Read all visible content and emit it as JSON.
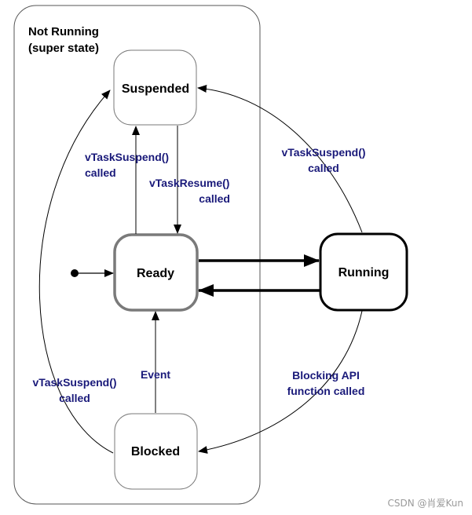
{
  "colors": {
    "edge_label": "#1a1a7a",
    "state_border": "#7a7a7a",
    "ready_border": "#7a7a7a",
    "running_border": "#000000",
    "superstate_border": "#555555",
    "watermark": "#9a9a9a"
  },
  "superstate": {
    "title_line1": "Not Running",
    "title_line2": "(super state)"
  },
  "states": {
    "suspended": "Suspended",
    "ready": "Ready",
    "running": "Running",
    "blocked": "Blocked"
  },
  "transitions": {
    "ready_to_suspended": {
      "line1": "vTaskSuspend()",
      "line2": "called"
    },
    "suspended_to_ready": {
      "line1": "vTaskResume()",
      "line2": "called"
    },
    "running_to_suspended": {
      "line1": "vTaskSuspend()",
      "line2": "called"
    },
    "blocked_to_suspended": {
      "line1": "vTaskSuspend()",
      "line2": "called"
    },
    "blocked_to_ready": {
      "line1": "Event"
    },
    "running_to_blocked": {
      "line1": "Blocking API",
      "line2": "function called"
    }
  },
  "watermark": "CSDN @肖爱Kun"
}
